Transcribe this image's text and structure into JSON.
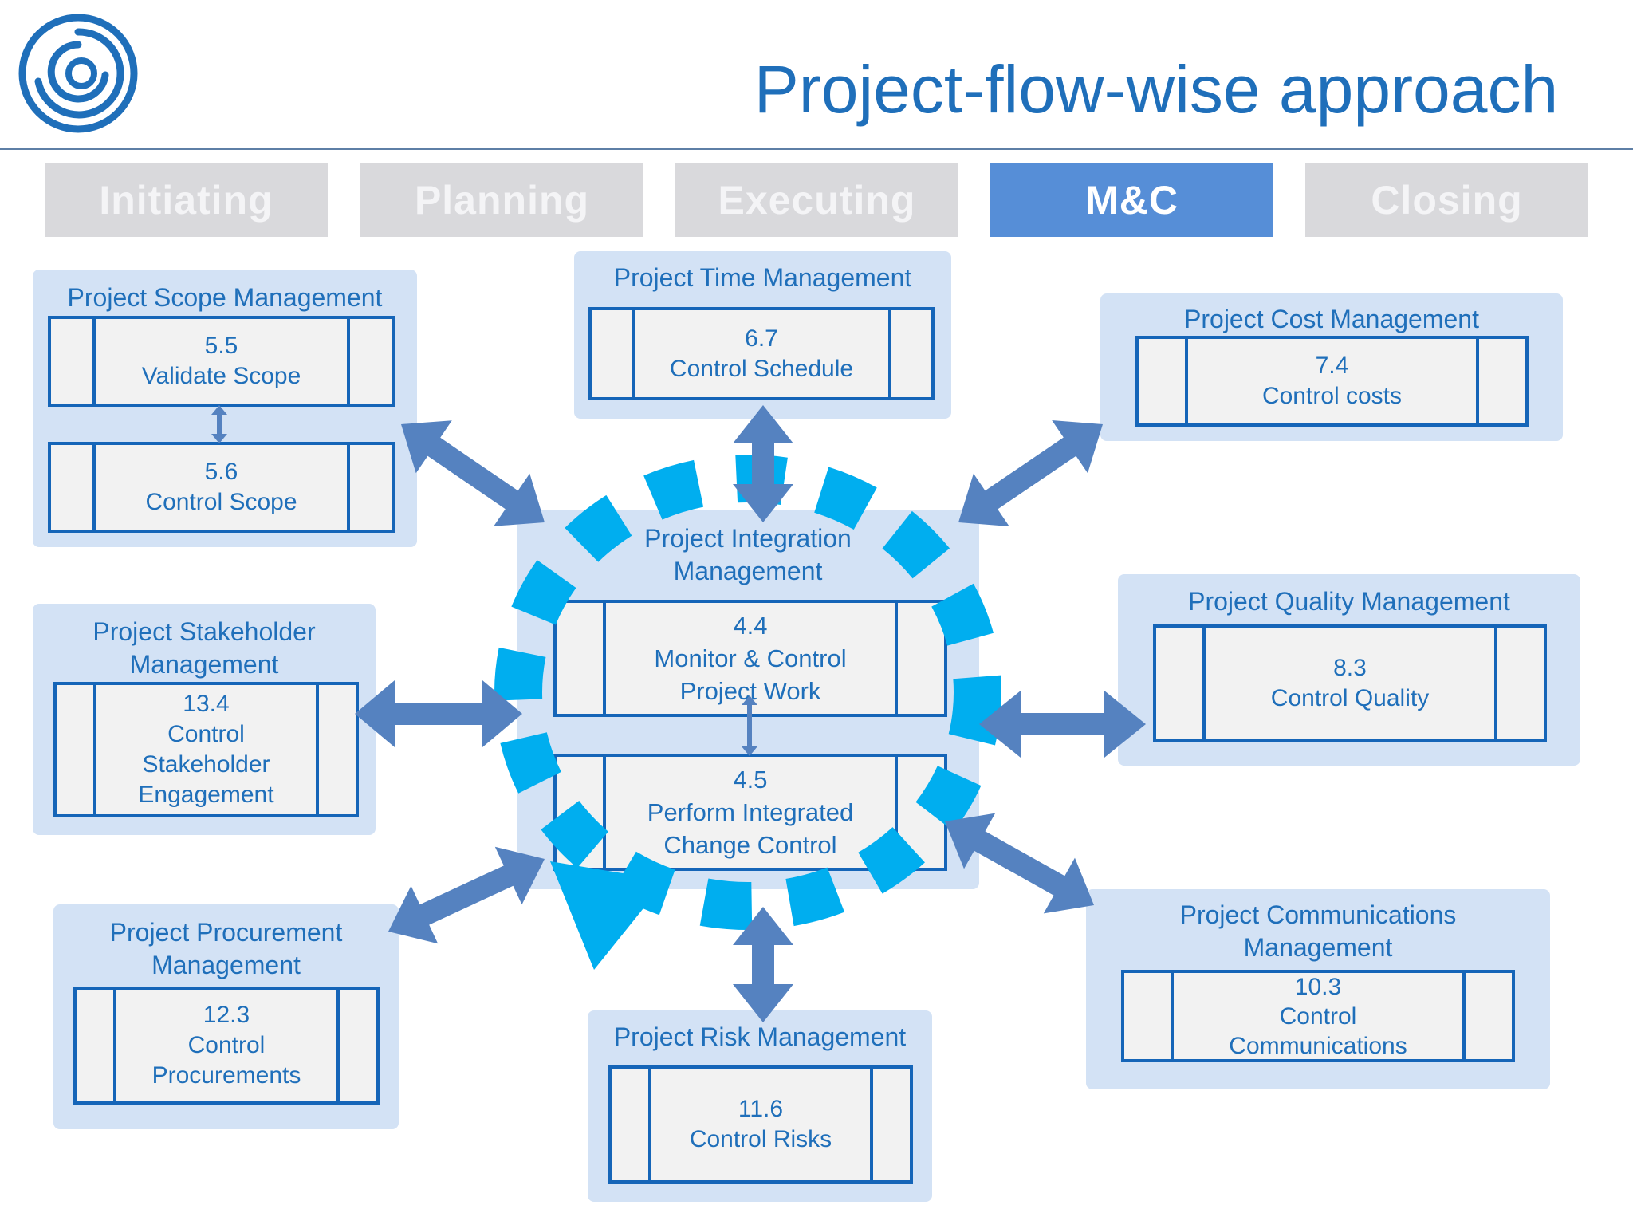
{
  "title": "Project-flow-wise approach",
  "logo_icon": "spiral-logo-icon",
  "phases": [
    {
      "label": "Initiating",
      "active": false
    },
    {
      "label": "Planning",
      "active": false
    },
    {
      "label": "Executing",
      "active": false
    },
    {
      "label": "M&C",
      "active": true
    },
    {
      "label": "Closing",
      "active": false
    }
  ],
  "groups": {
    "scope": {
      "title": "Project Scope Management",
      "processes": [
        {
          "number": "5.5",
          "name": "Validate Scope"
        },
        {
          "number": "5.6",
          "name": "Control Scope"
        }
      ]
    },
    "time": {
      "title": "Project Time Management",
      "processes": [
        {
          "number": "6.7",
          "name": "Control Schedule"
        }
      ]
    },
    "cost": {
      "title": "Project Cost Management",
      "processes": [
        {
          "number": "7.4",
          "name": "Control costs"
        }
      ]
    },
    "integration": {
      "title": "Project Integration\nManagement",
      "processes": [
        {
          "number": "4.4",
          "name": "Monitor & Control\nProject Work"
        },
        {
          "number": "4.5",
          "name": "Perform Integrated\nChange Control"
        }
      ]
    },
    "stakeholder": {
      "title": "Project Stakeholder\nManagement",
      "processes": [
        {
          "number": "13.4",
          "name": "Control\nStakeholder\nEngagement"
        }
      ]
    },
    "quality": {
      "title": "Project Quality Management",
      "processes": [
        {
          "number": "8.3",
          "name": "Control Quality"
        }
      ]
    },
    "procurement": {
      "title": "Project Procurement\nManagement",
      "processes": [
        {
          "number": "12.3",
          "name": "Control\nProcurements"
        }
      ]
    },
    "communications": {
      "title": "Project Communications\nManagement",
      "processes": [
        {
          "number": "10.3",
          "name": "Control\nCommunications"
        }
      ]
    },
    "risk": {
      "title": "Project Risk Management",
      "processes": [
        {
          "number": "11.6",
          "name": "Control Risks"
        }
      ]
    }
  },
  "colors": {
    "accent": "#1f6fba",
    "phase_active": "#568ed7",
    "phase_inactive": "#d9d9dc",
    "group_bg": "#d3e2f5",
    "arrow": "#5582c0",
    "cycle": "#00aeef"
  }
}
